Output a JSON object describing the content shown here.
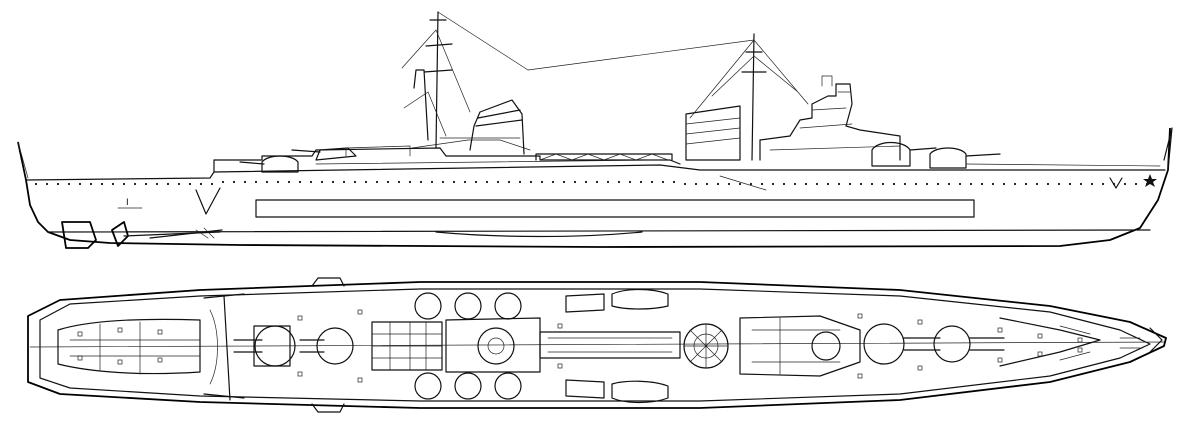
{
  "figure": {
    "views": [
      {
        "id": "profile",
        "name": ""
      },
      {
        "id": "plan",
        "name": ""
      }
    ],
    "draft_mark": "I",
    "stroke_color": "#111111",
    "background_color": "#ffffff"
  }
}
